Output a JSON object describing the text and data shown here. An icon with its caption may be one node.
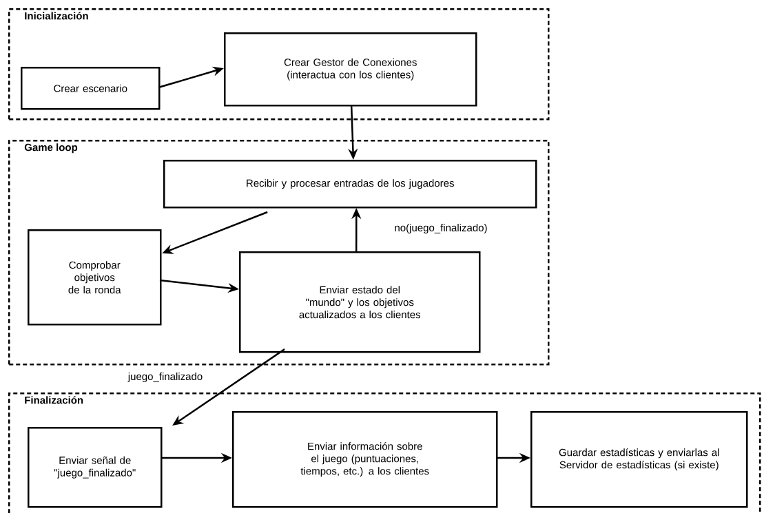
{
  "diagram": {
    "nodes": [
      {
        "text": [
          "Inicialización"
        ]
      },
      {
        "text": [
          "Crear escenario"
        ],
        "in": 0
      },
      {
        "text": [
          "Crear Gestor de Conexiones (interactua con los clientes)"
        ],
        "in": 0
      },
      {
        "text": [
          "Game loop"
        ]
      },
      {
        "text": [
          "Recibir y procesar entradas de los jugadores"
        ],
        "in": 3
      },
      {
        "text": [
          "Comprobar objetivos de la ronda"
        ],
        "in": 3
      },
      {
        "text": [
          "Enviar estado del \"mundo\" y los objetivos actualizados a los clientes"
        ],
        "in": 3
      },
      {
        "text": [
          "Finalización"
        ]
      },
      {
        "text": [
          "Enviar señal de \"juego_finalizado\""
        ],
        "in": 7
      },
      {
        "text": [
          "Enviar información sobre el juego (puntuaciones, tiempos, etc.) a los clientes"
        ],
        "in": 7
      },
      {
        "text": [
          "Guardar estadísticas y enviarlas al Servidor de estadísticas (si existe)"
        ],
        "in": 7
      }
    ],
    "edges": [
      {
        "from": 1,
        "to": 2,
        "arrow": "to"
      },
      {
        "from": 2,
        "to": 4,
        "arrow": "to"
      },
      {
        "from": 4,
        "to": 5,
        "arrow": "to"
      },
      {
        "from": 5,
        "to": 6,
        "arrow": "to"
      },
      {
        "from": 6,
        "to": 4,
        "arrow": "to",
        "label": "no(juego_finalizado)"
      },
      {
        "from": 6,
        "to": 8,
        "arrow": "to",
        "label": "juego_finalizado"
      },
      {
        "from": 8,
        "to": 9,
        "arrow": "to"
      },
      {
        "from": 9,
        "to": 10,
        "arrow": "to"
      }
    ]
  }
}
